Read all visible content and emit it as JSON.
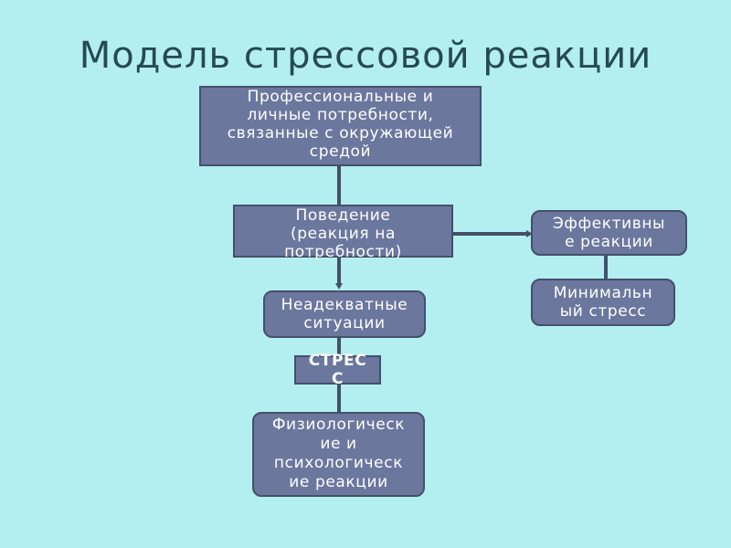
{
  "title": "Модель стрессовой реакции",
  "nodes": {
    "needs": "Профессиональные и\nличные потребности,\nсвязанные с окружающей\nсредой",
    "behavior": "Поведение\n(реакция на\nпотребности)",
    "effective": "Эффективны\nе реакции",
    "minimal_stress": "Минимальн\nый стресс",
    "inadequate": "Неадекватные\nситуации",
    "stress": "СТРЕС\nС",
    "reactions": "Физиологическ\nие и\nпсихологическ\nие реакции"
  },
  "colors": {
    "background": "#b3eff0",
    "box_fill": "#6b779d",
    "box_border": "#44506a",
    "title": "#264a4f"
  }
}
